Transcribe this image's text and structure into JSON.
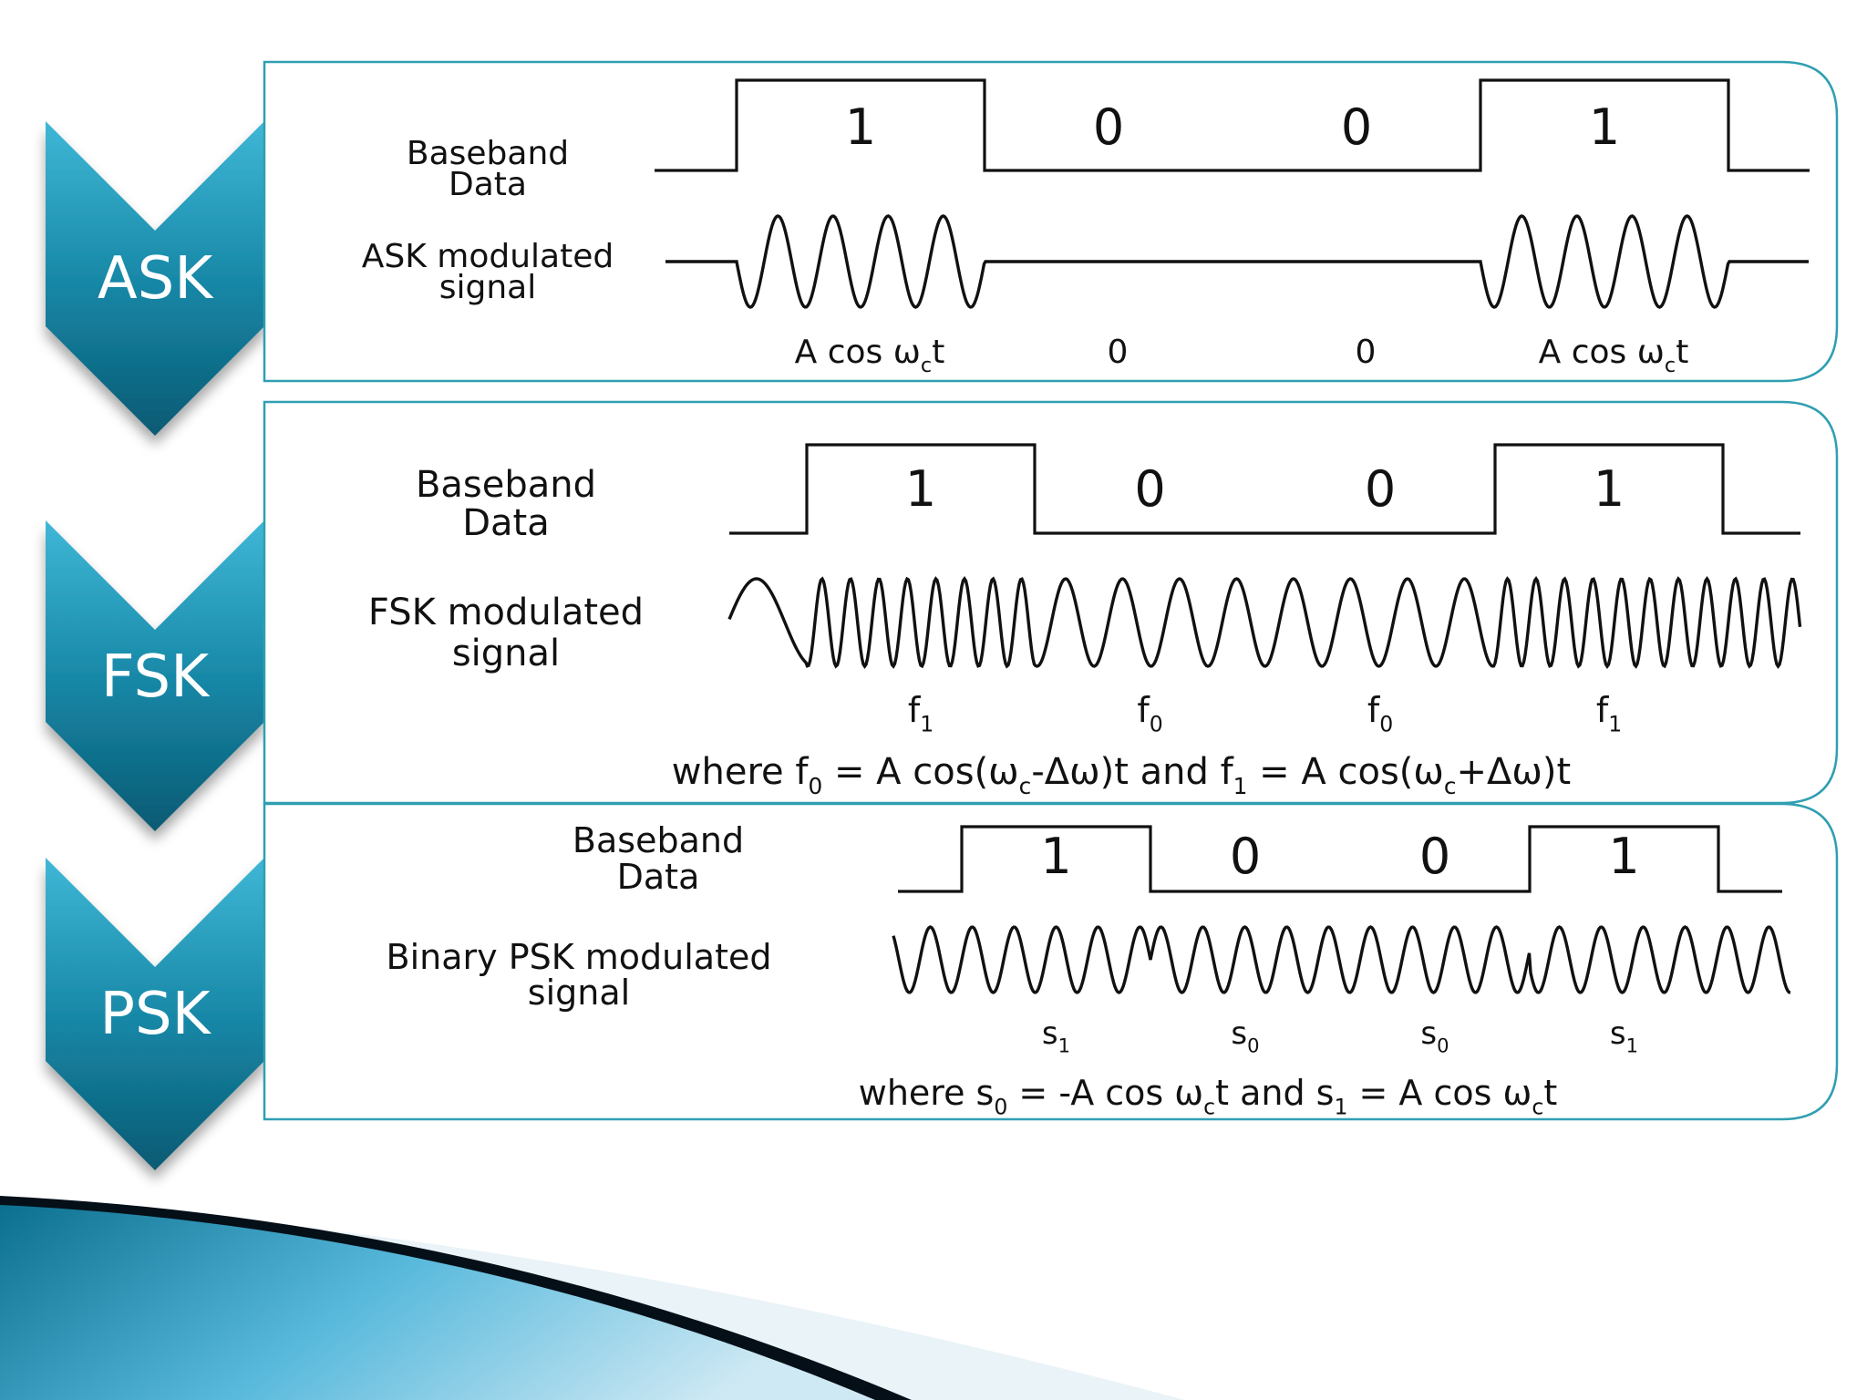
{
  "modulations": [
    {
      "id": "ask",
      "chevron_label": "ASK",
      "baseband_label": [
        "Baseband",
        "Data"
      ],
      "signal_label": [
        "ASK modulated",
        "signal"
      ],
      "bits": [
        "1",
        "0",
        "0",
        "1"
      ],
      "segment_labels": [
        {
          "main": "A cos ω",
          "sub": "c",
          "tail": "t"
        },
        {
          "main": "0",
          "sub": "",
          "tail": ""
        },
        {
          "main": "0",
          "sub": "",
          "tail": ""
        },
        {
          "main": "A cos ω",
          "sub": "c",
          "tail": "t"
        }
      ],
      "formula": null
    },
    {
      "id": "fsk",
      "chevron_label": "FSK",
      "baseband_label": [
        "Baseband",
        "Data"
      ],
      "signal_label": [
        "FSK modulated",
        "signal"
      ],
      "bits": [
        "1",
        "0",
        "0",
        "1"
      ],
      "segment_labels": [
        {
          "main": "f",
          "sub": "1",
          "tail": ""
        },
        {
          "main": "f",
          "sub": "0",
          "tail": ""
        },
        {
          "main": "f",
          "sub": "0",
          "tail": ""
        },
        {
          "main": "f",
          "sub": "1",
          "tail": ""
        }
      ],
      "formula": [
        {
          "t": "where  f",
          "s": "0"
        },
        {
          "t": " = A cos(ω",
          "s": "c"
        },
        {
          "t": "-Δω)t  and  f",
          "s": "1"
        },
        {
          "t": " = A cos(ω",
          "s": "c"
        },
        {
          "t": "+Δω)t",
          "s": ""
        }
      ]
    },
    {
      "id": "psk",
      "chevron_label": "PSK",
      "baseband_label": [
        "Baseband",
        "Data"
      ],
      "signal_label": [
        "Binary PSK modulated",
        "signal"
      ],
      "bits": [
        "1",
        "0",
        "0",
        "1"
      ],
      "segment_labels": [
        {
          "main": "s",
          "sub": "1",
          "tail": ""
        },
        {
          "main": "s",
          "sub": "0",
          "tail": ""
        },
        {
          "main": "s",
          "sub": "0",
          "tail": ""
        },
        {
          "main": "s",
          "sub": "1",
          "tail": ""
        }
      ],
      "formula": [
        {
          "t": "where  s",
          "s": "0"
        },
        {
          "t": " = -A cos ω",
          "s": "c"
        },
        {
          "t": "t  and  s",
          "s": "1"
        },
        {
          "t": " = A cos ω",
          "s": "c"
        },
        {
          "t": "t",
          "s": ""
        }
      ]
    }
  ],
  "colors": {
    "chevron_light": "#3fb7d6",
    "chevron_dark": "#0b5a73",
    "panel_border": "#2f9fb1",
    "trace": "#111111"
  }
}
